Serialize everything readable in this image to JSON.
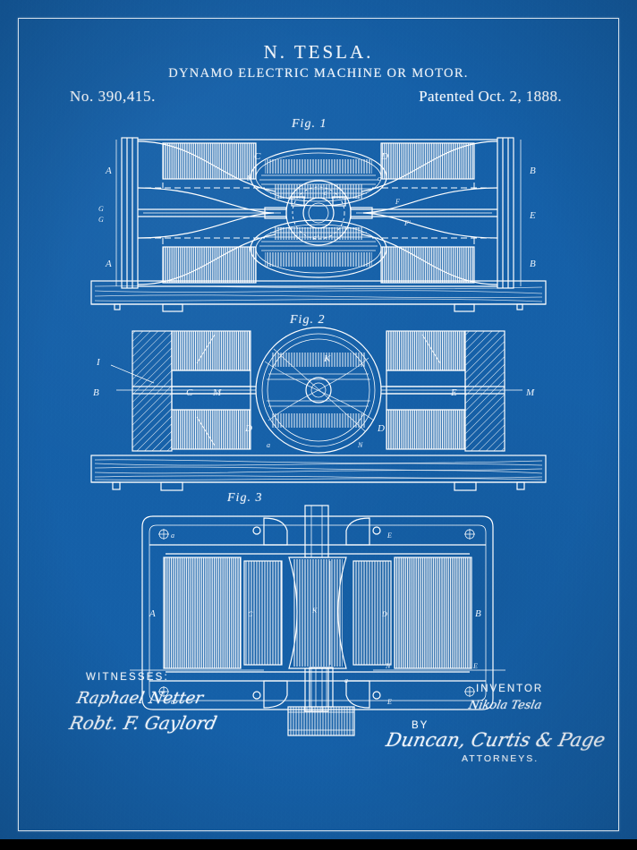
{
  "document": {
    "kind": "patent-blueprint",
    "inventor_header": "N. TESLA.",
    "title": "DYNAMO ELECTRIC MACHINE OR MOTOR.",
    "patent_number": "No. 390,415.",
    "patent_date": "Patented Oct. 2, 1888."
  },
  "colors": {
    "background_blue": "#1560a8",
    "ink_white": "#ffffff",
    "border_white": "#f2f7fd",
    "bottom_bar": "#000000"
  },
  "figures": [
    {
      "id": "fig1",
      "caption": "Fig. 1",
      "view": "plan view of dynamo electric machine",
      "callouts": [
        "A",
        "A",
        "B",
        "B",
        "C",
        "D",
        "E",
        "E",
        "F",
        "F",
        "G",
        "G",
        "G'",
        "a",
        "a'",
        "b",
        "c"
      ]
    },
    {
      "id": "fig2",
      "caption": "Fig. 2",
      "view": "vertical cross-section through armature and field magnets",
      "callouts": [
        "I",
        "B",
        "C",
        "D",
        "E",
        "K",
        "M",
        "M",
        "N",
        "a"
      ]
    },
    {
      "id": "fig3",
      "caption": "Fig. 3",
      "view": "side elevation of field magnet frame and armature core",
      "callouts": [
        "A",
        "B",
        "C",
        "C",
        "D",
        "E",
        "E",
        "E",
        "K",
        "N",
        "a",
        "a'"
      ]
    }
  ],
  "signature_block": {
    "witnesses_label": "WITNESSES:",
    "witness_signatures": [
      "Raphael Netter",
      "Robt. F. Gaylord"
    ],
    "inventor_label": "INVENTOR",
    "inventor_signature": "Nikola Tesla",
    "by_label": "BY",
    "attorney_signature": "Duncan, Curtis & Page",
    "attorneys_label": "ATTORNEYS."
  }
}
